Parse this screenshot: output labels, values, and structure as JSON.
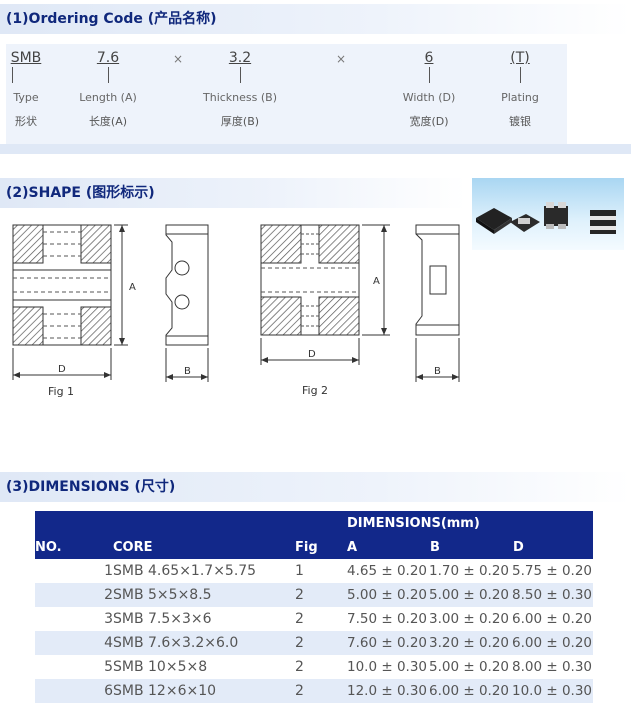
{
  "ordering": {
    "heading": "(1)Ordering Code (产品名称)",
    "segments": [
      {
        "value": "SMB",
        "label": "Type",
        "label_cn": "形状"
      },
      {
        "value": "7.6",
        "label": "Length (A)",
        "label_cn": "长度(A)"
      },
      {
        "value": "3.2",
        "label": "Thickness (B)",
        "label_cn": "厚度(B)"
      },
      {
        "value": "6",
        "label": "Width (D)",
        "label_cn": "宽度(D)"
      },
      {
        "value": "(T)",
        "label": "Plating",
        "label_cn": "镀银"
      }
    ],
    "times": "×"
  },
  "shape": {
    "heading": "(2)SHAPE (图形标示)",
    "dim_a": "A",
    "dim_b": "B",
    "dim_d": "D",
    "fig1": "Fig 1",
    "fig2": "Fig 2"
  },
  "dimensions": {
    "heading": "(3)DIMENSIONS (尺寸)",
    "group_header": "DIMENSIONS(mm)",
    "columns": [
      "NO.",
      "CORE",
      "Fig",
      "A",
      "B",
      "D"
    ],
    "rows": [
      {
        "no": "1",
        "core": "SMB 4.65×1.7×5.75",
        "fig": "1",
        "a": "4.65 ± 0.20",
        "b": "1.70 ± 0.20",
        "d": "5.75 ± 0.20"
      },
      {
        "no": "2",
        "core": "SMB 5×5×8.5",
        "fig": "2",
        "a": "5.00 ± 0.20",
        "b": "5.00 ± 0.20",
        "d": "8.50 ± 0.30"
      },
      {
        "no": "3",
        "core": "SMB 7.5×3×6",
        "fig": "2",
        "a": "7.50 ± 0.20",
        "b": "3.00 ± 0.20",
        "d": "6.00 ± 0.20"
      },
      {
        "no": "4",
        "core": "SMB 7.6×3.2×6.0",
        "fig": "2",
        "a": "7.60 ± 0.20",
        "b": "3.20 ± 0.20",
        "d": "6.00 ± 0.20"
      },
      {
        "no": "5",
        "core": "SMB 10×5×8",
        "fig": "2",
        "a": "10.0 ± 0.30",
        "b": "5.00 ± 0.20",
        "d": "8.00 ± 0.30"
      },
      {
        "no": "6",
        "core": "SMB 12×6×10",
        "fig": "2",
        "a": "12.0 ± 0.30",
        "b": "6.00 ± 0.20",
        "d": "10.0 ± 0.30"
      }
    ]
  },
  "colors": {
    "header_blue": "#12288a",
    "heading_text": "#10287c",
    "row_alt": "#e3ebf8"
  }
}
